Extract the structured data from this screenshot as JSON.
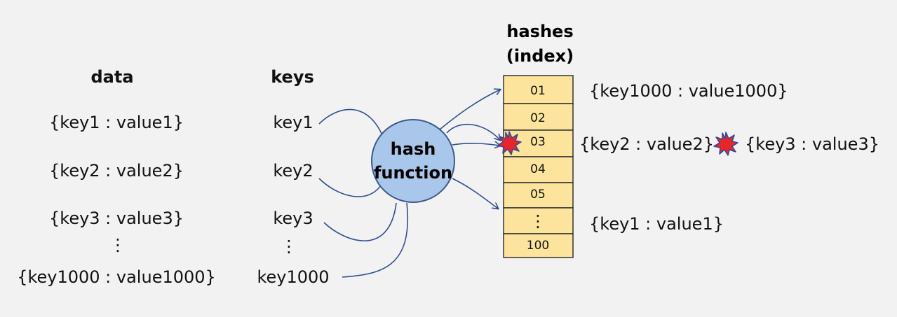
{
  "headings": {
    "data": "data",
    "keys": "keys",
    "hashes_line1": "hashes",
    "hashes_line2": "(index)"
  },
  "data_items": [
    "{key1 : value1}",
    "{key2 : value2}",
    "{key3 : value3}",
    "⋮",
    "{key1000 : value1000}"
  ],
  "key_items": [
    "key1",
    "key2",
    "key3",
    "⋮",
    "key1000"
  ],
  "hash_function": {
    "line1": "hash",
    "line2": "function"
  },
  "table_cells": [
    "01",
    "02",
    "03",
    "04",
    "05",
    "⋮",
    "100"
  ],
  "results": {
    "row01": "{key1000 : value1000}",
    "row03_a": "{key2 : value2}",
    "row03_b": "{key3 : value3}",
    "row_dots": "{key1 : value1}"
  },
  "colors": {
    "cell_fill": "#fce49c",
    "circle_fill": "#a9c7ea",
    "line": "#2f4f8f",
    "collision": "#e8262a"
  },
  "icons": [
    "collision-burst-icon"
  ]
}
